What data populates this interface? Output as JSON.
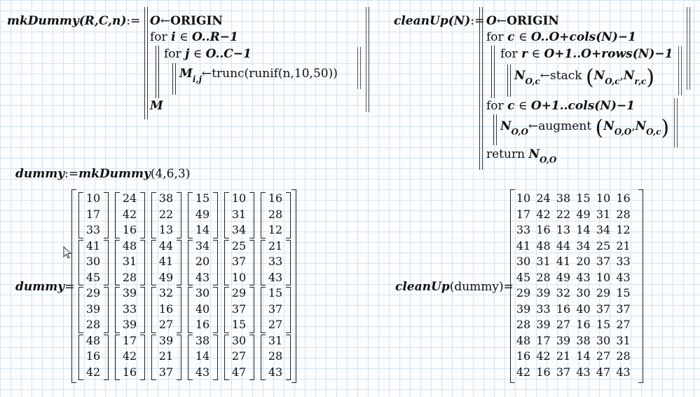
{
  "mkDummy": {
    "signature": {
      "name": "mkDummy",
      "params": "(R,C,n)",
      "assign": ":="
    },
    "line1": {
      "var": "O",
      "arrow": "←",
      "value": "ORIGIN"
    },
    "line2": {
      "kw": "for",
      "var": "i",
      "in": "∈",
      "range": "O..R−1"
    },
    "line3": {
      "kw": "for",
      "var": "j",
      "in": "∈",
      "range": "O..C−1"
    },
    "line4": {
      "var": "M",
      "sub": "i,j",
      "arrow": "←",
      "expr": "trunc(runif(n,10,50))"
    },
    "line5": {
      "ret": "M"
    }
  },
  "cleanUp": {
    "signature": {
      "name": "cleanUp",
      "params": "(N)",
      "assign": ":="
    },
    "line1": {
      "var": "O",
      "arrow": "←",
      "value": "ORIGIN"
    },
    "line2": {
      "kw": "for",
      "var": "c",
      "in": "∈",
      "range": "O..O+cols(N)−1"
    },
    "line3": {
      "kw": "for",
      "var": "r",
      "in": "∈",
      "range": "O+1..O+rows(N)−1"
    },
    "line4": {
      "var": "N",
      "sub": "O,c",
      "arrow": "←",
      "fn": "stack",
      "a1": "N",
      "a1sub": "O,c",
      "a2": "N",
      "a2sub": "r,c"
    },
    "line5": {
      "kw": "for",
      "var": "c",
      "in": "∈",
      "range": "O+1..cols(N)−1"
    },
    "line6": {
      "var": "N",
      "sub": "O,O",
      "arrow": "←",
      "fn": "augment",
      "a1": "N",
      "a1sub": "O,O",
      "a2": "N",
      "a2sub": "O,c"
    },
    "line7": {
      "kw": "return",
      "var": "N",
      "sub": "O,O"
    }
  },
  "dummyDef": {
    "lhs": "dummy",
    "assign": ":=",
    "fn": "mkDummy",
    "args": "(4,6,3)"
  },
  "dummyEval": {
    "lhs": "dummy",
    "eq": "="
  },
  "cleanEval": {
    "fn": "cleanUp",
    "arg": "(dummy)",
    "eq": "="
  },
  "nested": [
    [
      [
        10,
        17,
        33
      ],
      [
        24,
        42,
        16
      ],
      [
        38,
        22,
        13
      ],
      [
        15,
        49,
        14
      ],
      [
        10,
        31,
        34
      ],
      [
        16,
        28,
        12
      ]
    ],
    [
      [
        41,
        30,
        45
      ],
      [
        48,
        31,
        28
      ],
      [
        44,
        41,
        49
      ],
      [
        34,
        20,
        43
      ],
      [
        25,
        37,
        10
      ],
      [
        21,
        33,
        43
      ]
    ],
    [
      [
        29,
        39,
        28
      ],
      [
        39,
        33,
        39
      ],
      [
        32,
        16,
        27
      ],
      [
        30,
        40,
        16
      ],
      [
        29,
        37,
        15
      ],
      [
        15,
        37,
        27
      ]
    ],
    [
      [
        48,
        16,
        42
      ],
      [
        17,
        42,
        16
      ],
      [
        39,
        21,
        37
      ],
      [
        38,
        14,
        43
      ],
      [
        30,
        27,
        47
      ],
      [
        31,
        28,
        43
      ]
    ]
  ],
  "flat": [
    [
      10,
      24,
      38,
      15,
      10,
      16
    ],
    [
      17,
      42,
      22,
      49,
      31,
      28
    ],
    [
      33,
      16,
      13,
      14,
      34,
      12
    ],
    [
      41,
      48,
      44,
      34,
      25,
      21
    ],
    [
      30,
      31,
      41,
      20,
      37,
      33
    ],
    [
      45,
      28,
      49,
      43,
      10,
      43
    ],
    [
      29,
      39,
      32,
      30,
      29,
      15
    ],
    [
      39,
      33,
      16,
      40,
      37,
      37
    ],
    [
      28,
      39,
      27,
      16,
      15,
      27
    ],
    [
      48,
      17,
      39,
      38,
      30,
      31
    ],
    [
      16,
      42,
      21,
      14,
      27,
      28
    ],
    [
      42,
      16,
      37,
      43,
      47,
      43
    ]
  ],
  "icons": {
    "cursor": "mouse-pointer-icon"
  }
}
